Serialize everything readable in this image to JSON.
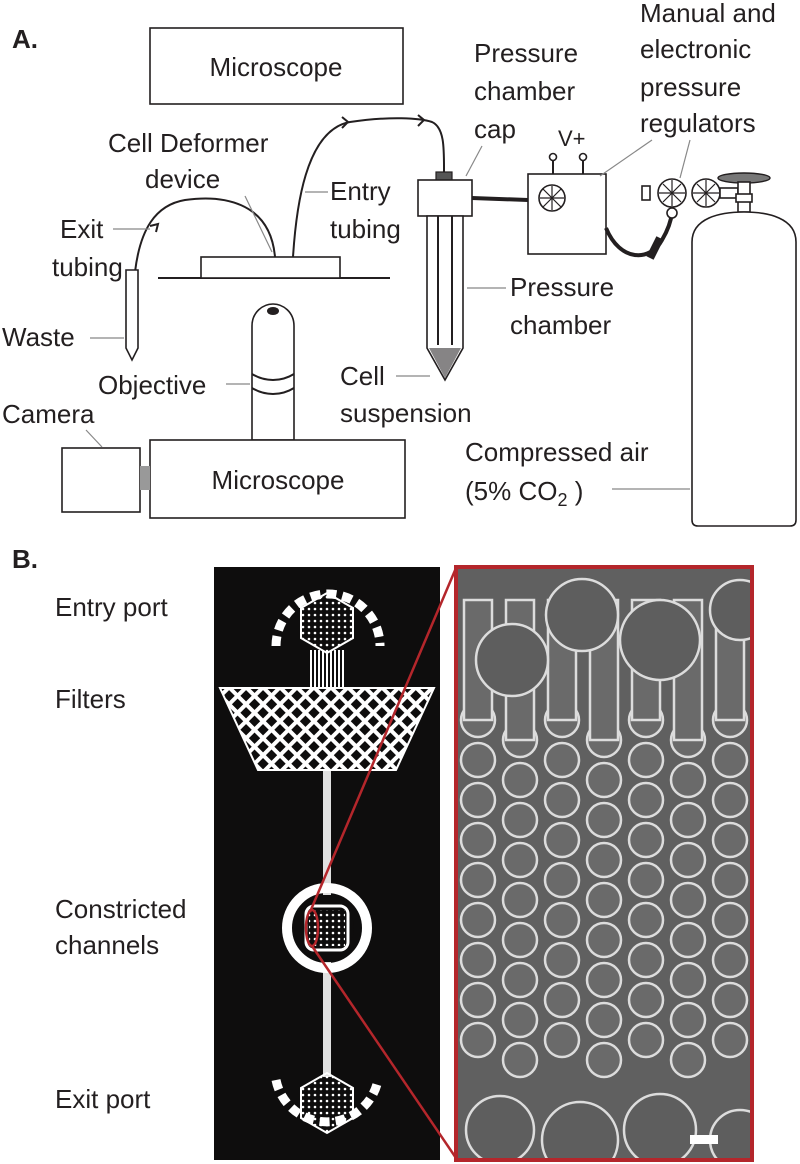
{
  "panel_a": {
    "letter": "A.",
    "top_microscope": "Microscope",
    "bottom_microscope": "Microscope",
    "cell_deformer": [
      "Cell Deformer",
      "device"
    ],
    "entry_tubing": [
      "Entry",
      "tubing"
    ],
    "exit_tubing": [
      "Exit",
      "tubing"
    ],
    "waste": "Waste",
    "objective": "Objective",
    "camera": "Camera",
    "pressure_chamber_cap": [
      "Pressure",
      "chamber",
      "cap"
    ],
    "pressure_chamber": [
      "Pressure",
      "chamber"
    ],
    "cell_suspension": [
      "Cell",
      "suspension"
    ],
    "regulators": [
      "Manual and",
      "electronic",
      "pressure",
      "regulators"
    ],
    "voltage": "V+",
    "compressed_air": "Compressed air",
    "co2_prefix": "(5% CO",
    "co2_subscript": "2",
    "co2_suffix": " )"
  },
  "panel_b": {
    "letter": "B.",
    "entry_port": "Entry port",
    "filters": "Filters",
    "constricted": [
      "Constricted",
      "channels"
    ],
    "exit_port": "Exit port"
  },
  "colors": {
    "ink": "#231f20",
    "device_background": "#0e0d0d",
    "zoom_frame": "#b4262b",
    "micrograph_background": "#606060"
  },
  "icons": [
    "microscope-objective-icon",
    "pressure-gauge-icon",
    "gas-cylinder-icon",
    "scale-bar-icon"
  ]
}
